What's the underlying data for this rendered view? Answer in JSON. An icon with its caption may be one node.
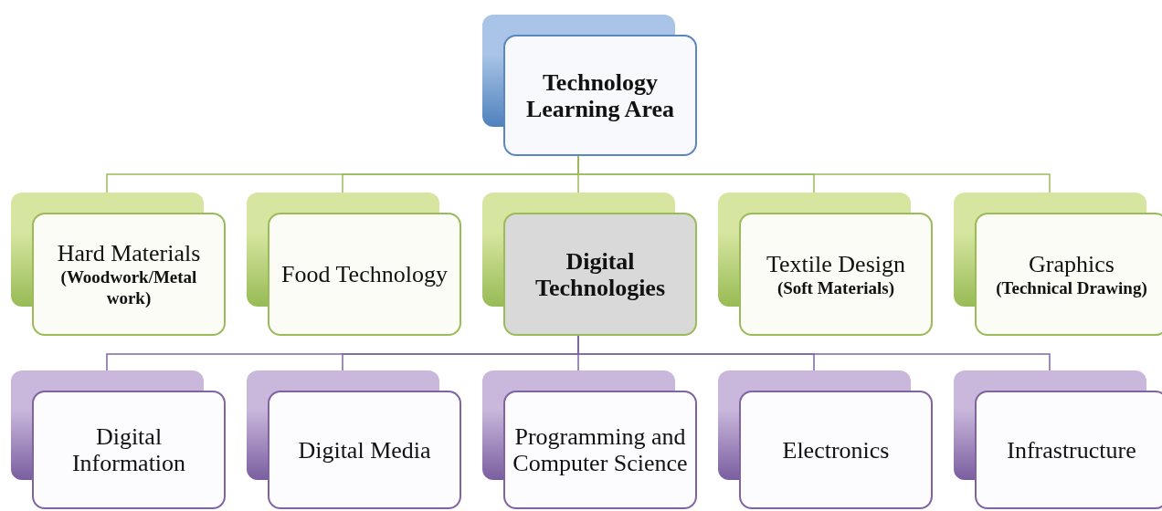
{
  "diagram": {
    "nodes": [
      {
        "text": [
          "Technology Learning Area"
        ]
      },
      {
        "text": [
          "Hard Materials",
          "(Woodwork/Metal work)"
        ]
      },
      {
        "text": [
          "Food Technology"
        ]
      },
      {
        "text": [
          "Digital Technologies"
        ]
      },
      {
        "text": [
          "Textile Design",
          "(Soft Materials)"
        ]
      },
      {
        "text": [
          "Graphics",
          "(Technical Drawing)"
        ]
      },
      {
        "text": [
          "Digital Information"
        ]
      },
      {
        "text": [
          "Digital Media"
        ]
      },
      {
        "text": [
          "Programming and Computer Science"
        ]
      },
      {
        "text": [
          "Electronics"
        ]
      },
      {
        "text": [
          "Infrastructure"
        ]
      }
    ],
    "edges": [
      {
        "from": 0,
        "to": 1,
        "arrow": "none",
        "color": "#9bbb59"
      },
      {
        "from": 0,
        "to": 2,
        "arrow": "none",
        "color": "#9bbb59"
      },
      {
        "from": 0,
        "to": 3,
        "arrow": "none",
        "color": "#9bbb59"
      },
      {
        "from": 0,
        "to": 4,
        "arrow": "none",
        "color": "#9bbb59"
      },
      {
        "from": 0,
        "to": 5,
        "arrow": "none",
        "color": "#9bbb59"
      },
      {
        "from": 3,
        "to": 6,
        "arrow": "none",
        "color": "#8064a2"
      },
      {
        "from": 3,
        "to": 7,
        "arrow": "none",
        "color": "#8064a2"
      },
      {
        "from": 3,
        "to": 8,
        "arrow": "none",
        "color": "#8064a2"
      },
      {
        "from": 3,
        "to": 9,
        "arrow": "none",
        "color": "#8064a2"
      },
      {
        "from": 3,
        "to": 10,
        "arrow": "none",
        "color": "#8064a2"
      }
    ]
  }
}
